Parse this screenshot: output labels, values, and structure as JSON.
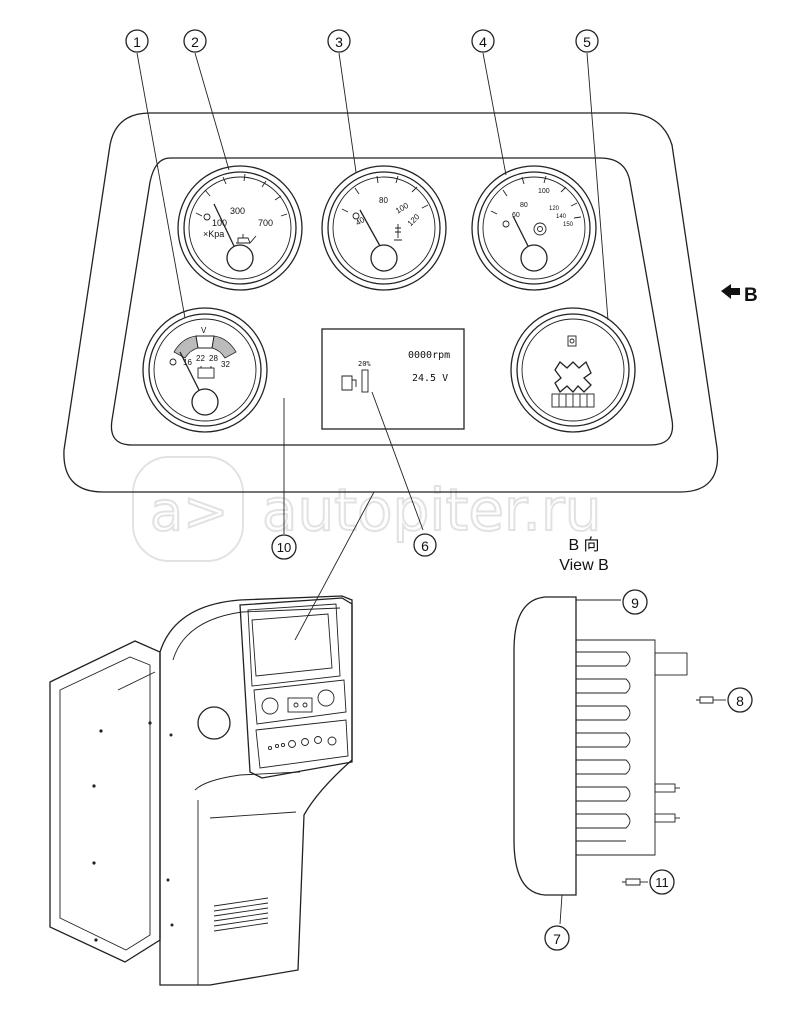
{
  "callouts": [
    "1",
    "2",
    "3",
    "4",
    "5",
    "6",
    "7",
    "8",
    "9",
    "10",
    "11"
  ],
  "gauge_oil": {
    "scale": [
      "100",
      "300",
      "700"
    ],
    "unit": "×Kpa"
  },
  "gauge_temp": {
    "scale": [
      "40",
      "80",
      "100",
      "120"
    ]
  },
  "gauge_trans": {
    "scale": [
      "60",
      "80",
      "100",
      "120",
      "140",
      "150"
    ]
  },
  "gauge_volt": {
    "unit": "V",
    "scale": [
      "16",
      "22",
      "28",
      "32"
    ]
  },
  "display": {
    "percent": "20%",
    "rpm": "0000rpm",
    "voltage": "24.5 V"
  },
  "view_arrow": "B",
  "view_label_cn": "B 向",
  "view_label_en": "View B",
  "watermark": "autopiter.ru"
}
